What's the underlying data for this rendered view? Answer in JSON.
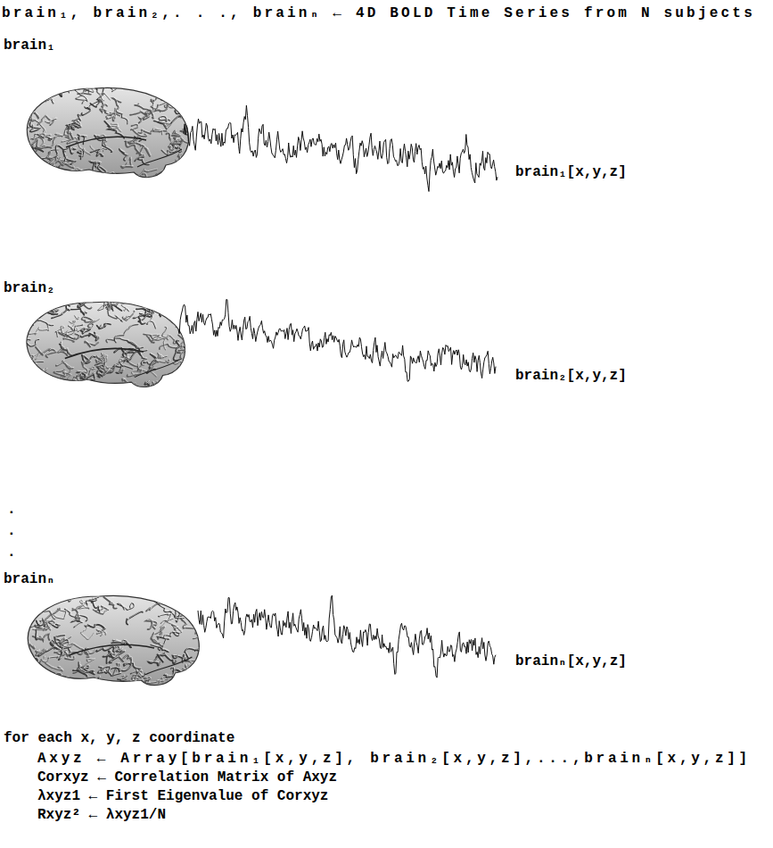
{
  "diagram": {
    "title": "brain₁, brain₂,. . ., brainₙ ← 4D BOLD Time Series from N subjects",
    "labels": [
      "brain₁",
      "brain₁[x,y,z]",
      "brain₂",
      "brain₂[x,y,z]",
      ".",
      ".",
      ".",
      "brainₙ",
      "brainₙ[x,y,z]",
      "for each x, y, z coordinate",
      "Axyz ← Array[brain₁[x,y,z], brain₂[x,y,z],...,brainₙ[x,y,z]]",
      "Corxyz ← Correlation Matrix of Axyz",
      "λxyz1 ← First Eigenvalue of Corxyz",
      "Rxyz² ← λxyz1/N"
    ]
  }
}
